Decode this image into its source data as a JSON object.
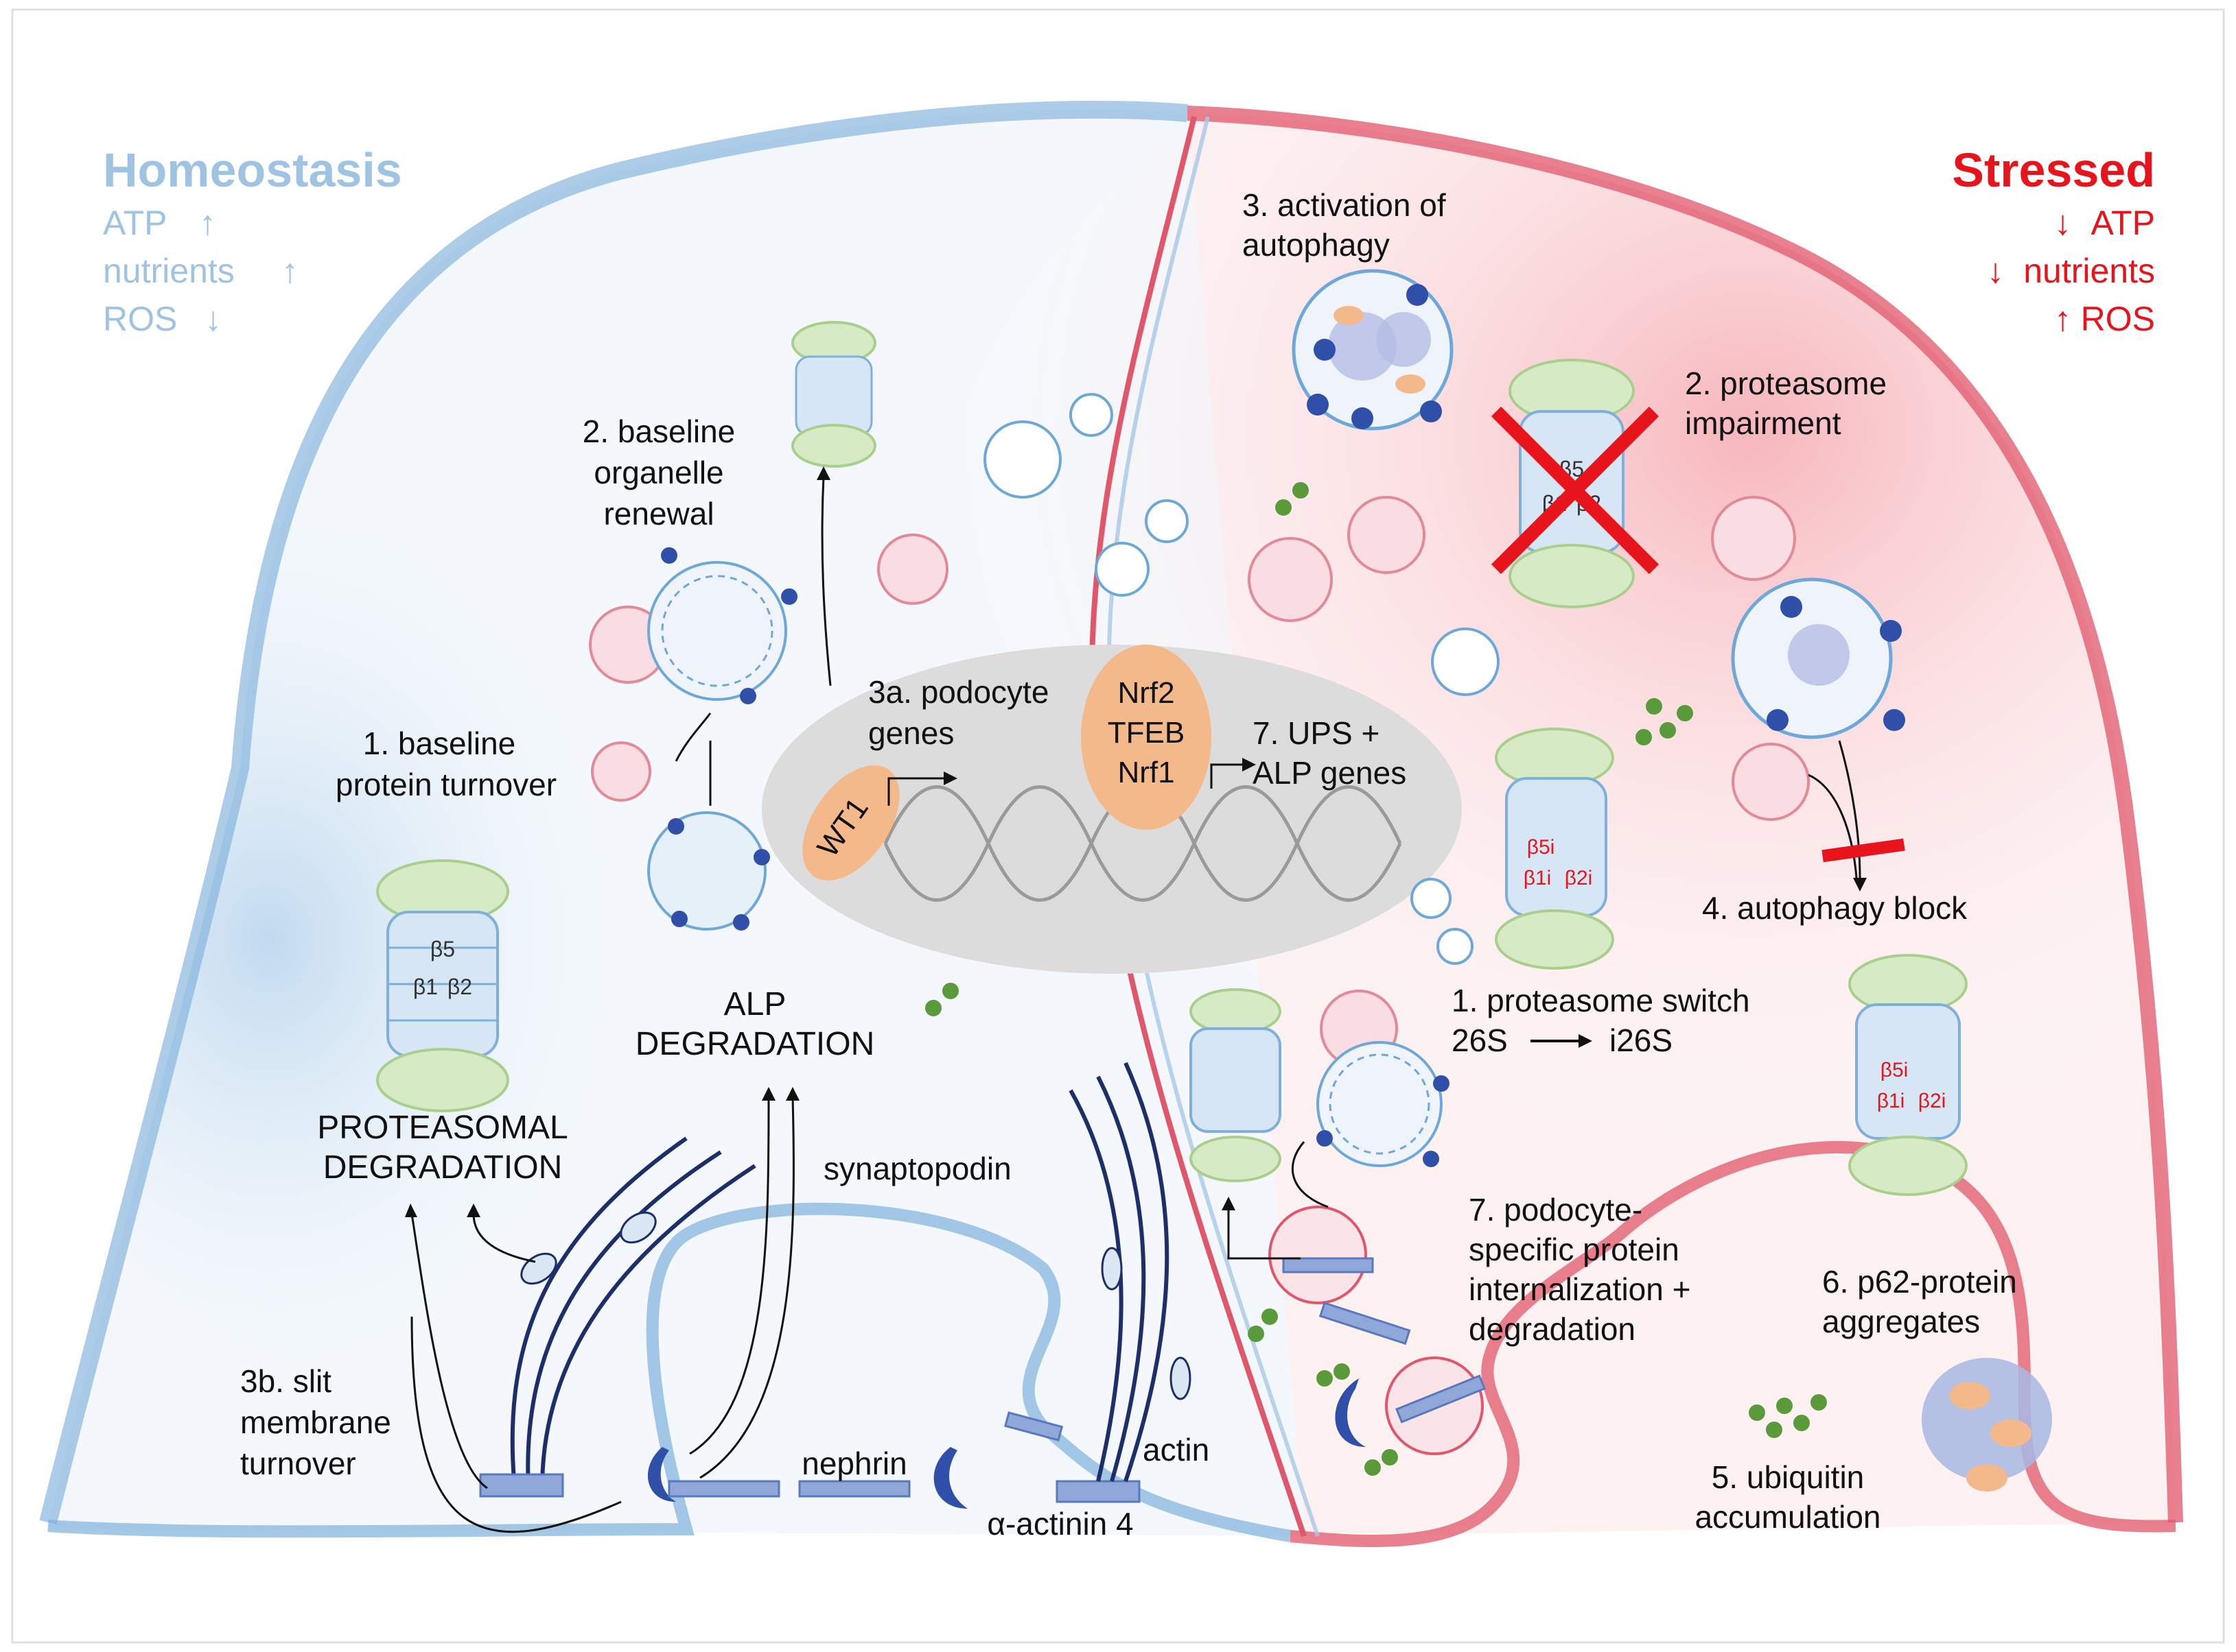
{
  "homeostasis": {
    "title": "Homeostasis",
    "atp": "ATP",
    "nutrients": "nutrients",
    "ros": "ROS"
  },
  "stressed": {
    "title": "Stressed",
    "atp": "ATP",
    "nutrients": "nutrients",
    "ros": "ROS"
  },
  "left": {
    "organelle_renewal": [
      "2. baseline",
      "organelle",
      "renewal"
    ],
    "protein_turnover": [
      "1. baseline",
      "protein turnover"
    ],
    "proteasomal_degradation": [
      "PROTEASOMAL",
      "DEGRADATION"
    ],
    "alp_degradation": [
      "ALP",
      "DEGRADATION"
    ],
    "slit_membrane": [
      "3b. slit",
      "membrane",
      "turnover"
    ],
    "synaptopodin": "synaptopodin",
    "nephrin": "nephrin",
    "actin": "actin",
    "alpha_actinin": "α-actinin 4",
    "proteasome_subunits": [
      "β5",
      "β1",
      "β2"
    ]
  },
  "nucleus": {
    "podocyte_genes": [
      "3a. podocyte",
      "genes"
    ],
    "wt1": "WT1",
    "tfs": [
      "Nrf2",
      "TFEB",
      "Nrf1"
    ],
    "ups_genes": [
      "7. UPS +",
      "ALP genes"
    ]
  },
  "right": {
    "activation_autophagy": [
      "3. activation of",
      "autophagy"
    ],
    "proteasome_impairment": [
      "2. proteasome",
      "impairment"
    ],
    "autophagy_block": "4. autophagy block",
    "proteasome_switch": [
      "1.  proteasome switch",
      "26S",
      "i26S"
    ],
    "internalization": [
      "7. podocyte-",
      "specific protein",
      "internalization +",
      "degradation"
    ],
    "p62": [
      "6. p62-protein",
      "aggregates"
    ],
    "ubiquitin": [
      "5. ubiquitin",
      "accumulation"
    ],
    "immuno_subunits": [
      "β5i",
      "β1i",
      "β2i"
    ],
    "impaired_subunits": [
      "β5",
      "β1",
      "β2"
    ]
  },
  "colors": {
    "homeostasis_blue": "#9fc3e3",
    "stressed_red": "#e8141c",
    "membrane_blue": "#7fb0dc",
    "membrane_red": "#e0566a",
    "nucleus_gray": "#dcdcdc",
    "tf_orange": "#f4b98a",
    "proteasome_green": "#a9cf8c",
    "filament_navy": "#1c2f6b"
  }
}
